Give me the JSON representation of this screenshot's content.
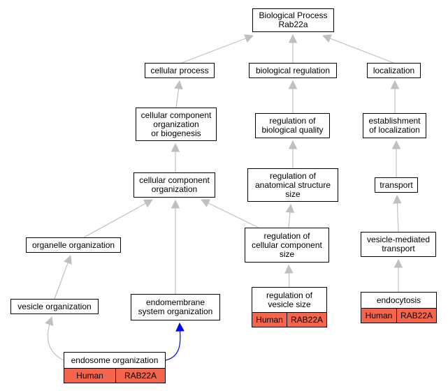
{
  "colors": {
    "edge_gray": "#c0c0c0",
    "edge_blue": "#0000ff",
    "gene_fill": "#f4654e"
  },
  "nodes": {
    "root": "Biological Process\nRab22a",
    "cellular_process": "cellular process",
    "biological_regulation": "biological regulation",
    "localization": "localization",
    "ccob": "cellular component\norganization\nor biogenesis",
    "regulation_bio_quality": "regulation of\nbiological quality",
    "establishment_localization": "establishment\nof localization",
    "cc_organization": "cellular component\norganization",
    "reg_anatomical_size": "regulation of\nanatomical structure\nsize",
    "transport": "transport",
    "organelle_organization": "organelle organization",
    "reg_cc_size": "regulation of\ncellular component\nsize",
    "vesicle_mediated_transport": "vesicle-mediated\ntransport",
    "vesicle_organization": "vesicle organization",
    "endomembrane_organization": "endomembrane\nsystem organization"
  },
  "gene_nodes": {
    "endosome_organization": {
      "title": "endosome organization",
      "species": "Human",
      "gene": "RAB22A"
    },
    "reg_vesicle_size": {
      "title": "regulation of\nvesicle size",
      "species": "Human",
      "gene": "RAB22A"
    },
    "endocytosis": {
      "title": "endocytosis",
      "species": "Human",
      "gene": "RAB22A"
    }
  }
}
